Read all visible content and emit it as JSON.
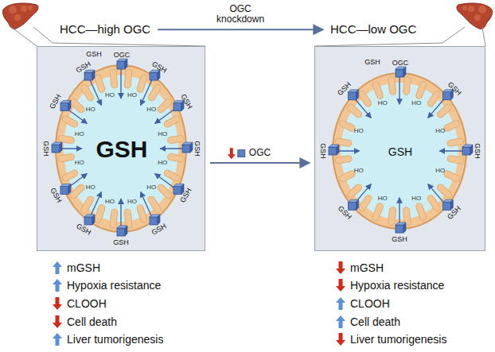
{
  "diagram": {
    "nodes": [
      {
        "text": [
          "HCC—high OGC"
        ]
      },
      {
        "text": [
          "HCC—low OGC"
        ]
      },
      {
        "text": [
          "OGC",
          "GSH"
        ]
      },
      {
        "text": [
          "OGC",
          "GSH"
        ]
      }
    ],
    "edges": [
      {
        "from": 0,
        "to": 1,
        "arrow": "to",
        "label": "OGC knockdown"
      },
      {
        "from": 2,
        "to": 3,
        "arrow": "to",
        "label": "OGC"
      }
    ],
    "labels": [
      "GSH",
      "GSH",
      "GSH",
      "GSH",
      "GSH",
      "GSH",
      "GSH",
      "GSH",
      "GSH",
      "GSH",
      "GSH",
      "GSH",
      "HO",
      "HO",
      "HO",
      "HO",
      "HO",
      "HO",
      "HO",
      "HO",
      "HO",
      "HO",
      "HO",
      "HO",
      "GSH",
      "GSH",
      "GSH",
      "GSH",
      "GSH",
      "GSH",
      "GSH",
      "GSH",
      "HO",
      "HO",
      "HO",
      "HO",
      "HO",
      "HO",
      "HO",
      "HO",
      "mGSH",
      "Hypoxia resistance",
      "CLOOH",
      "Cell death",
      "Liver tumorigenesis",
      "mGSH",
      "Hypoxia resistance",
      "CLOOH",
      "Cell death",
      "Liver tumorigenesis"
    ]
  }
}
